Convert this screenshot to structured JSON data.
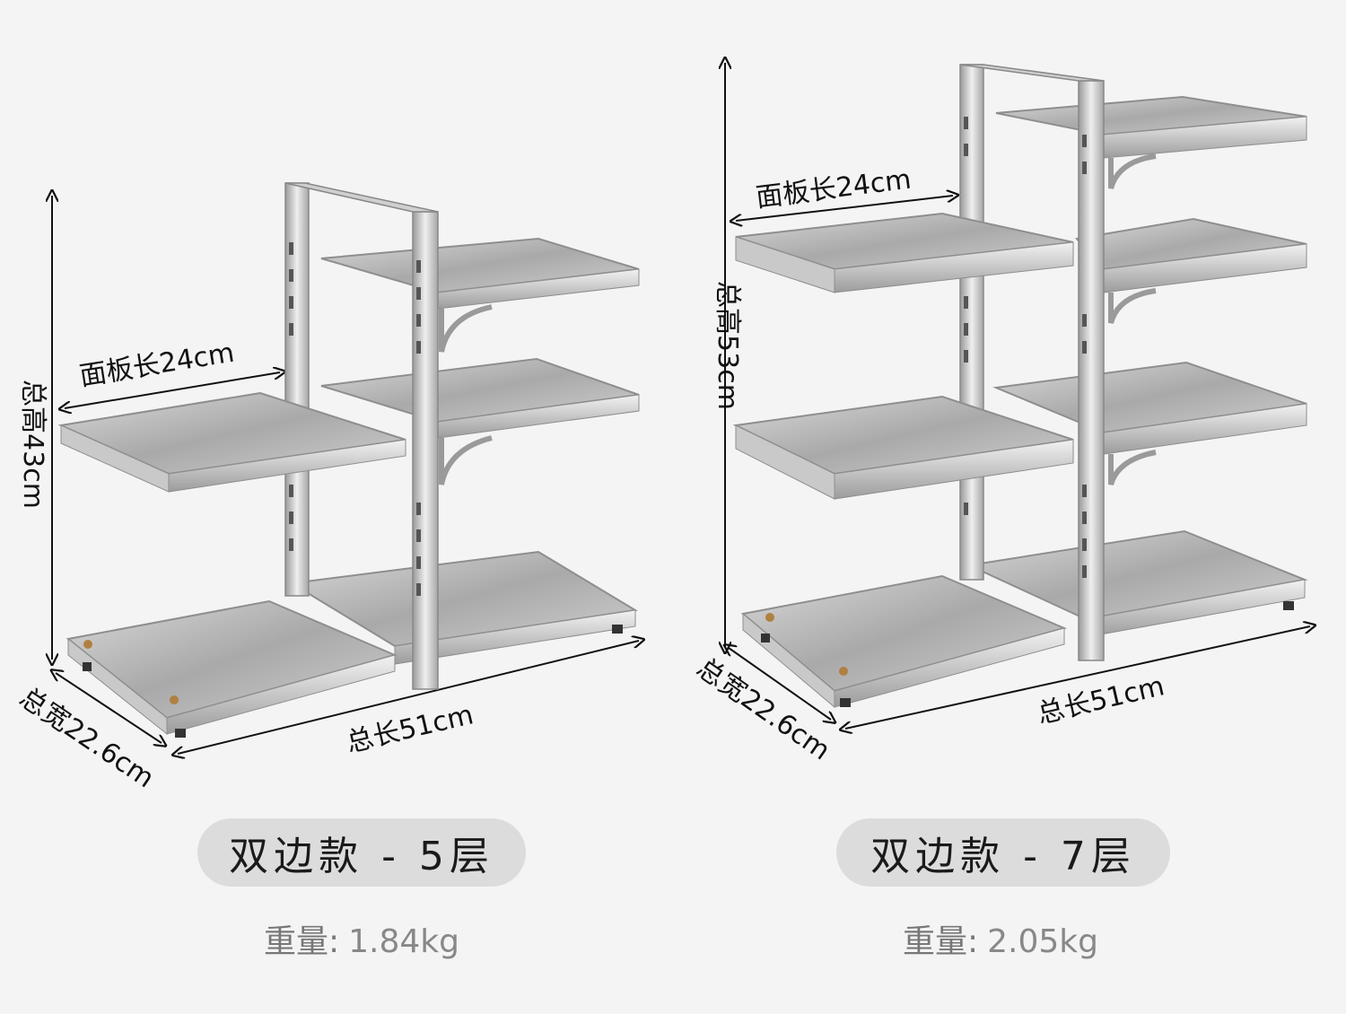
{
  "products": [
    {
      "id": "left",
      "model_label": "双边款 - 5层",
      "weight_label": "重量:",
      "weight_value": "1.84kg",
      "dims": {
        "height": "总高43cm",
        "panel_length": "面板长24cm",
        "width": "总宽22.6cm",
        "length": "总长51cm"
      }
    },
    {
      "id": "right",
      "model_label": "双边款 - 7层",
      "weight_label": "重量:",
      "weight_value": "2.05kg",
      "dims": {
        "height": "总高53cm",
        "panel_length": "面板长24cm",
        "width": "总宽22.6cm",
        "length": "总长51cm"
      }
    }
  ],
  "colors": {
    "background": "#f4f4f4",
    "pill": "#dcdcdc",
    "steel_light": "#e4e4e4",
    "steel_mid": "#b8b8b8",
    "steel_dark": "#8a8a8a"
  }
}
